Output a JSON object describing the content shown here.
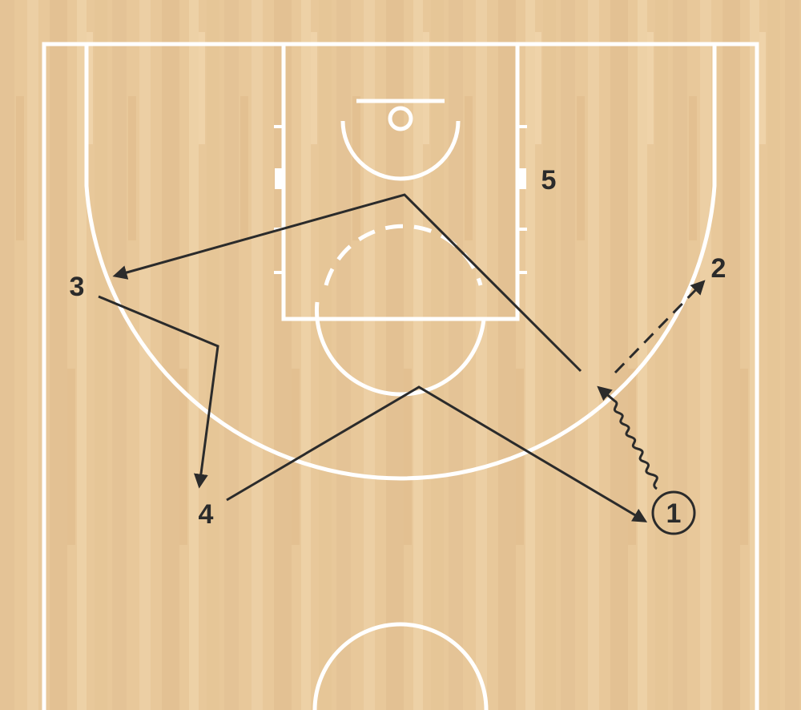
{
  "diagram": {
    "players": [
      {
        "id": "p1",
        "label": "1",
        "has_ball": true
      },
      {
        "id": "p2",
        "label": "2",
        "has_ball": false
      },
      {
        "id": "p3",
        "label": "3",
        "has_ball": false
      },
      {
        "id": "p4",
        "label": "4",
        "has_ball": false
      },
      {
        "id": "p5",
        "label": "5",
        "has_ball": false
      }
    ],
    "movements": [
      {
        "type": "dribble",
        "from_player": "1"
      },
      {
        "type": "pass",
        "to_player": "2"
      },
      {
        "type": "cut",
        "player": "5"
      },
      {
        "type": "cut",
        "player": "3"
      },
      {
        "type": "cut",
        "player": "4"
      }
    ],
    "colors": {
      "court_wood": "#e8c89a",
      "court_lines": "#ffffff",
      "movement_lines": "#2b2b2b"
    }
  }
}
